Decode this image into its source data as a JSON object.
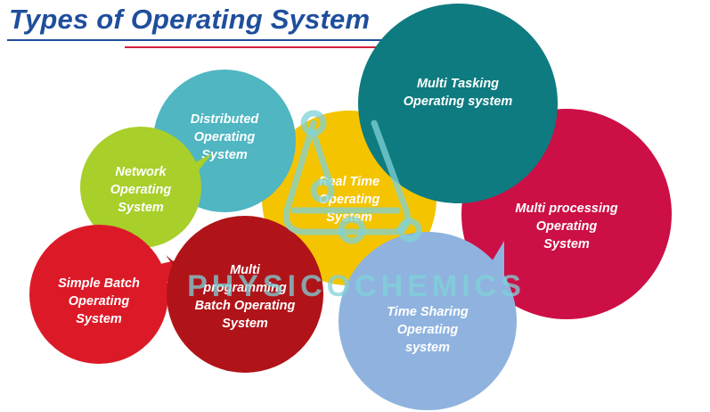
{
  "title": "Types of Operating System",
  "watermark": "PHYSICOCHEMICS",
  "colors": {
    "title": "#1f4e9c",
    "rule_red": "#d21f3c",
    "watermark": "#7fd1d8"
  },
  "bubbles": [
    {
      "id": "real-time",
      "lines": [
        "Real Time",
        "Operating",
        "System"
      ],
      "color": "#f4c400"
    },
    {
      "id": "distributed",
      "lines": [
        "Distributed",
        "Operating",
        "System"
      ],
      "color": "#4fb6c2"
    },
    {
      "id": "network",
      "lines": [
        "Network",
        "Operating",
        "System"
      ],
      "color": "#a8cf2a"
    },
    {
      "id": "multi-processing",
      "lines": [
        "Multi processing",
        "Operating",
        "System"
      ],
      "color": "#cc0f45"
    },
    {
      "id": "multi-tasking",
      "lines": [
        "Multi Tasking",
        "Operating system"
      ],
      "color": "#0e7b80"
    },
    {
      "id": "simple-batch",
      "lines": [
        "Simple Batch",
        "Operating",
        "System"
      ],
      "color": "#dc1a27"
    },
    {
      "id": "multi-programming",
      "lines": [
        "Multi",
        "programming",
        "Batch Operating",
        "System"
      ],
      "color": "#b01419"
    },
    {
      "id": "time-sharing",
      "lines": [
        "Time Sharing",
        "Operating",
        "system"
      ],
      "color": "#8fb3de"
    }
  ]
}
